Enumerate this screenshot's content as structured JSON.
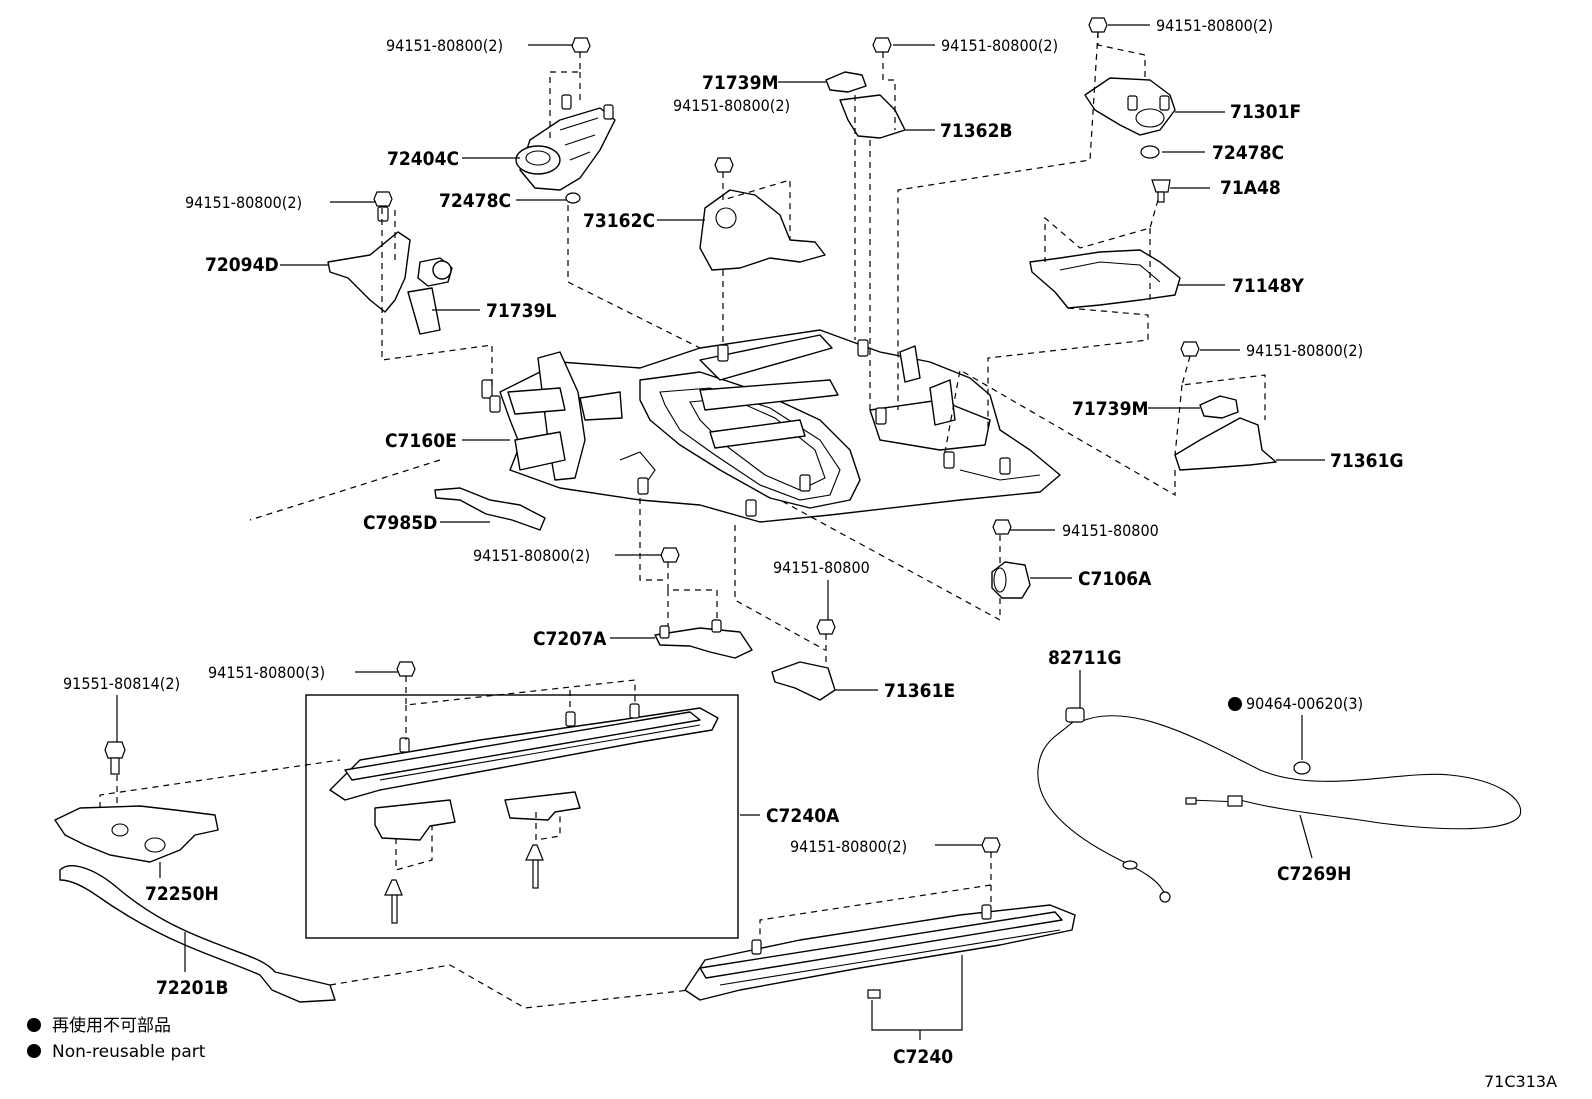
{
  "labels": {
    "p94151_80800_2_a": "94151-80800(2)",
    "p94151_80800_2_b": "94151-80800(2)",
    "p94151_80800_2_c": "94151-80800(2)",
    "p94151_80800_2_d": "94151-80800(2)",
    "p94151_80800_2_e": "94151-80800(2)",
    "p94151_80800_2_f": "94151-80800(2)",
    "p94151_80800_2_g": "94151-80800(2)",
    "p94151_80800_2_h": "94151-80800(2)",
    "p94151_80800_a": "94151-80800",
    "p94151_80800_b": "94151-80800",
    "p94151_80800_3": "94151-80800(3)",
    "p91551_80814_2": "91551-80814(2)",
    "p90464_00620_3": "90464-00620(3)",
    "p71739M_a": "71739M",
    "p71739M_b": "71739M",
    "p71301F": "71301F",
    "p71362B": "71362B",
    "p72478C_a": "72478C",
    "p72478C_b": "72478C",
    "p72404C": "72404C",
    "p73162C": "73162C",
    "p71A48": "71A48",
    "p72094D": "72094D",
    "p71739L": "71739L",
    "p71148Y": "71148Y",
    "pC7160E": "C7160E",
    "p71361G": "71361G",
    "pC7985D": "C7985D",
    "pC7106A": "C7106A",
    "pC7207A": "C7207A",
    "p71361E": "71361E",
    "p82711G": "82711G",
    "pC7240A": "C7240A",
    "p72250H": "72250H",
    "p72201B": "72201B",
    "pC7269H": "C7269H",
    "pC7240": "C7240"
  },
  "legend": {
    "line_jp": "再使用不可部品",
    "line_en": "Non-reusable part"
  },
  "diagram_code": "71C313A"
}
